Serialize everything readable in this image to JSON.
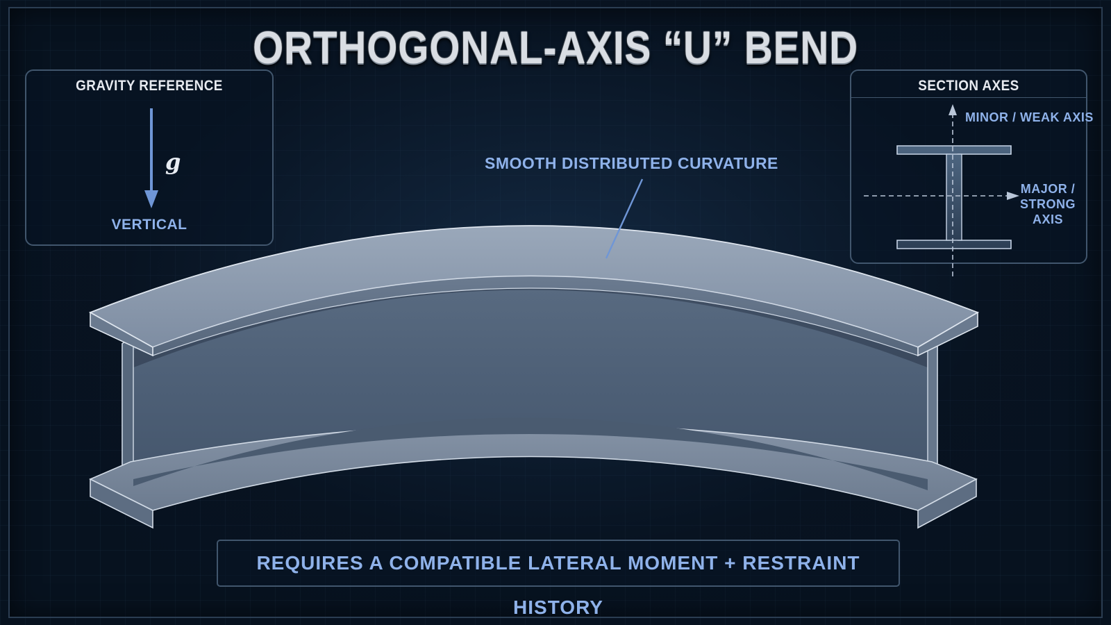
{
  "title": "ORTHOGONAL-AXIS “U” BEND",
  "gravity_panel": {
    "heading": "GRAVITY REFERENCE",
    "symbol": "g",
    "direction_label": "VERTICAL"
  },
  "axes_panel": {
    "heading": "SECTION AXES",
    "minor_axis_label": "MINOR / WEAK AXIS",
    "major_axis_label": "MAJOR / STRONG AXIS"
  },
  "callout": "SMOOTH DISTRIBUTED CURVATURE",
  "footer": "REQUIRES A COMPATIBLE LATERAL MOMENT + RESTRAINT HISTORY",
  "colors": {
    "background": "#07121f",
    "accent_blue": "#8fb2ea",
    "steel": "#7f90a6",
    "panel_border": "#41566d"
  }
}
